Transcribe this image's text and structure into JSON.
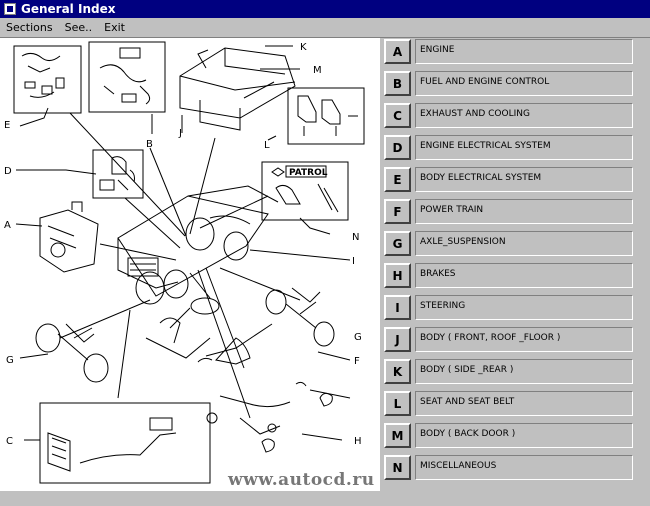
{
  "window": {
    "title": "General Index"
  },
  "menu": [
    "Sections",
    "See..",
    "Exit"
  ],
  "illustration": {
    "callouts": [
      "K",
      "M",
      "E",
      "B",
      "J",
      "D",
      "L",
      "A",
      "N",
      "I",
      "G",
      "G",
      "F",
      "C",
      "H"
    ],
    "badge_text": "PATROL",
    "watermark": "www.autocd.ru"
  },
  "index": [
    {
      "letter": "A",
      "label": "ENGINE"
    },
    {
      "letter": "B",
      "label": "FUEL AND ENGINE CONTROL"
    },
    {
      "letter": "C",
      "label": "EXHAUST AND  COOLING"
    },
    {
      "letter": "D",
      "label": "ENGINE ELECTRICAL SYSTEM"
    },
    {
      "letter": "E",
      "label": "BODY ELECTRICAL SYSTEM"
    },
    {
      "letter": "F",
      "label": "POWER TRAIN"
    },
    {
      "letter": "G",
      "label": "AXLE_SUSPENSION"
    },
    {
      "letter": "H",
      "label": "BRAKES"
    },
    {
      "letter": "I",
      "label": "STEERING"
    },
    {
      "letter": "J",
      "label": "BODY ( FRONT, ROOF _FLOOR )"
    },
    {
      "letter": "K",
      "label": "BODY ( SIDE _REAR )"
    },
    {
      "letter": "L",
      "label": "SEAT AND SEAT BELT"
    },
    {
      "letter": "M",
      "label": "BODY ( BACK DOOR )"
    },
    {
      "letter": "N",
      "label": "MISCELLANEOUS"
    }
  ]
}
